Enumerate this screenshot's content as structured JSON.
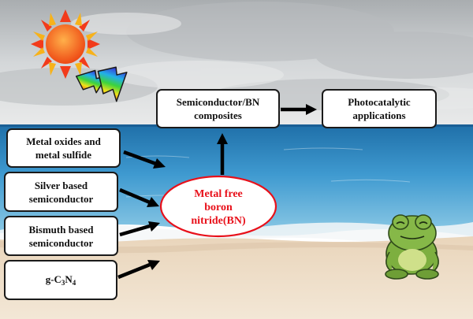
{
  "left_boxes": [
    {
      "lines": [
        "Metal oxides and",
        "metal sulfide"
      ]
    },
    {
      "lines": [
        "Silver based",
        "semiconductor"
      ]
    },
    {
      "lines": [
        "Bismuth based",
        "semiconductor"
      ]
    }
  ],
  "gc3n4": {
    "prefix": "g-C",
    "sub1": "3",
    "middle": "N",
    "sub2": "4"
  },
  "center": {
    "lines": [
      "Metal free",
      "boron",
      "nitride(BN)"
    ],
    "color": "#e8101a"
  },
  "composites": {
    "lines": [
      "Semiconductor/BN",
      "composites"
    ]
  },
  "applications": {
    "lines": [
      "Photocatalytic",
      "applications"
    ]
  },
  "colors": {
    "sky": "#c9cdd0",
    "sea": "#3a93c9",
    "sand": "#eddcc6",
    "sun": "#f05a1c",
    "frog": "#78a93c"
  },
  "icons": [
    "sun-icon",
    "lightning-bolt-icon",
    "frog-icon"
  ]
}
